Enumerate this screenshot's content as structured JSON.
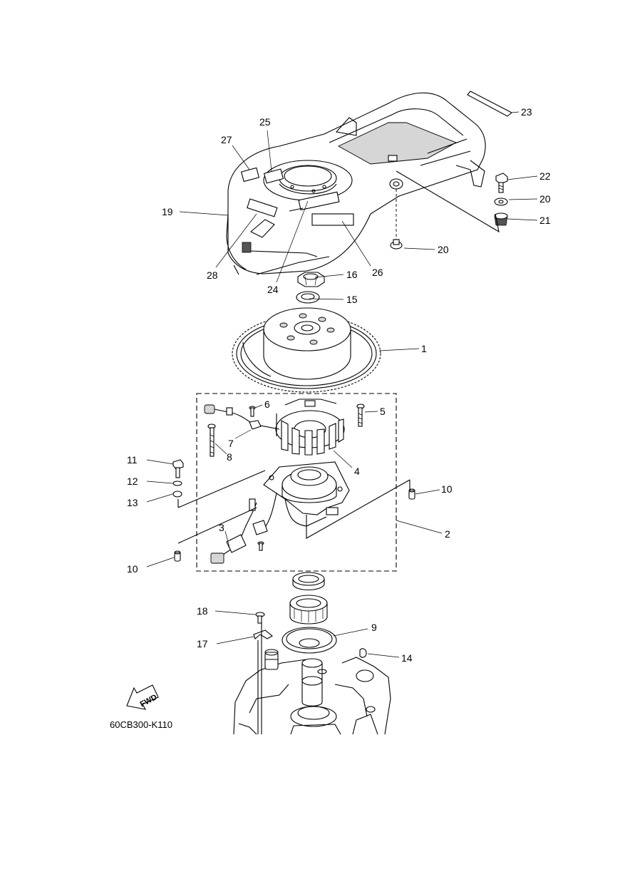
{
  "diagram_code": "60CB300-K110",
  "fwd_label": "FWD",
  "callouts": [
    {
      "id": "c1",
      "text": "1"
    },
    {
      "id": "c2",
      "text": "2"
    },
    {
      "id": "c3",
      "text": "3"
    },
    {
      "id": "c4",
      "text": "4"
    },
    {
      "id": "c5",
      "text": "5"
    },
    {
      "id": "c6",
      "text": "6"
    },
    {
      "id": "c7",
      "text": "7"
    },
    {
      "id": "c8",
      "text": "8"
    },
    {
      "id": "c9",
      "text": "9"
    },
    {
      "id": "c10a",
      "text": "10"
    },
    {
      "id": "c10b",
      "text": "10"
    },
    {
      "id": "c11",
      "text": "11"
    },
    {
      "id": "c12",
      "text": "12"
    },
    {
      "id": "c13",
      "text": "13"
    },
    {
      "id": "c14",
      "text": "14"
    },
    {
      "id": "c15",
      "text": "15"
    },
    {
      "id": "c16",
      "text": "16"
    },
    {
      "id": "c17",
      "text": "17"
    },
    {
      "id": "c18",
      "text": "18"
    },
    {
      "id": "c19",
      "text": "19"
    },
    {
      "id": "c20a",
      "text": "20"
    },
    {
      "id": "c20b",
      "text": "20"
    },
    {
      "id": "c21",
      "text": "21"
    },
    {
      "id": "c22",
      "text": "22"
    },
    {
      "id": "c23",
      "text": "23"
    },
    {
      "id": "c24",
      "text": "24"
    },
    {
      "id": "c25",
      "text": "25"
    },
    {
      "id": "c26",
      "text": "26"
    },
    {
      "id": "c27",
      "text": "27"
    },
    {
      "id": "c28",
      "text": "28"
    }
  ]
}
